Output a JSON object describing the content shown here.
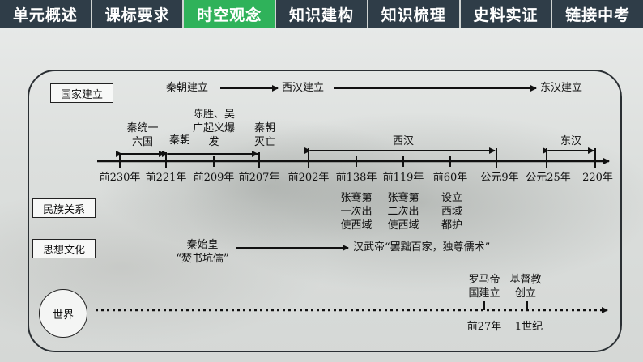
{
  "nav": {
    "tabs": [
      "单元概述",
      "课标要求",
      "时空观念",
      "知识建构",
      "知识梳理",
      "史料实证",
      "链接中考"
    ],
    "active_index": 2
  },
  "labels": {
    "nation": "国家建立",
    "ethnic": "民族关系",
    "culture": "思想文化",
    "world": "世界"
  },
  "dynasty_row": {
    "qin": "秦朝建立",
    "western_han": "西汉建立",
    "eastern_han": "东汉建立"
  },
  "events_top": {
    "qin_unify": [
      "秦统一",
      "六国"
    ],
    "qin_era": "秦朝",
    "uprising": [
      "陈胜、吴",
      "广起义爆",
      "发"
    ],
    "qin_fall": [
      "秦朝",
      "灭亡"
    ],
    "western_han": "西汉",
    "eastern_han": "东汉"
  },
  "ticks": [
    "前230年",
    "前221年",
    "前209年",
    "前207年",
    "前202年",
    "前138年",
    "前119年",
    "前60年",
    "公元9年",
    "公元25年",
    "220年"
  ],
  "ethnic_events": [
    [
      "张骞第",
      "一次出",
      "使西域"
    ],
    [
      "张骞第",
      "二次出",
      "使西域"
    ],
    [
      "设立",
      "西域",
      "都护"
    ]
  ],
  "culture_events": {
    "qin": [
      "秦始皇",
      "“焚书坑儒”"
    ],
    "han": "汉武帝“罢黜百家，独尊儒术”"
  },
  "world_events": {
    "rome": [
      "罗马帝",
      "国建立"
    ],
    "christianity": [
      "基督教",
      "创立"
    ],
    "rome_date": "前27年",
    "christianity_date": "1世纪"
  }
}
